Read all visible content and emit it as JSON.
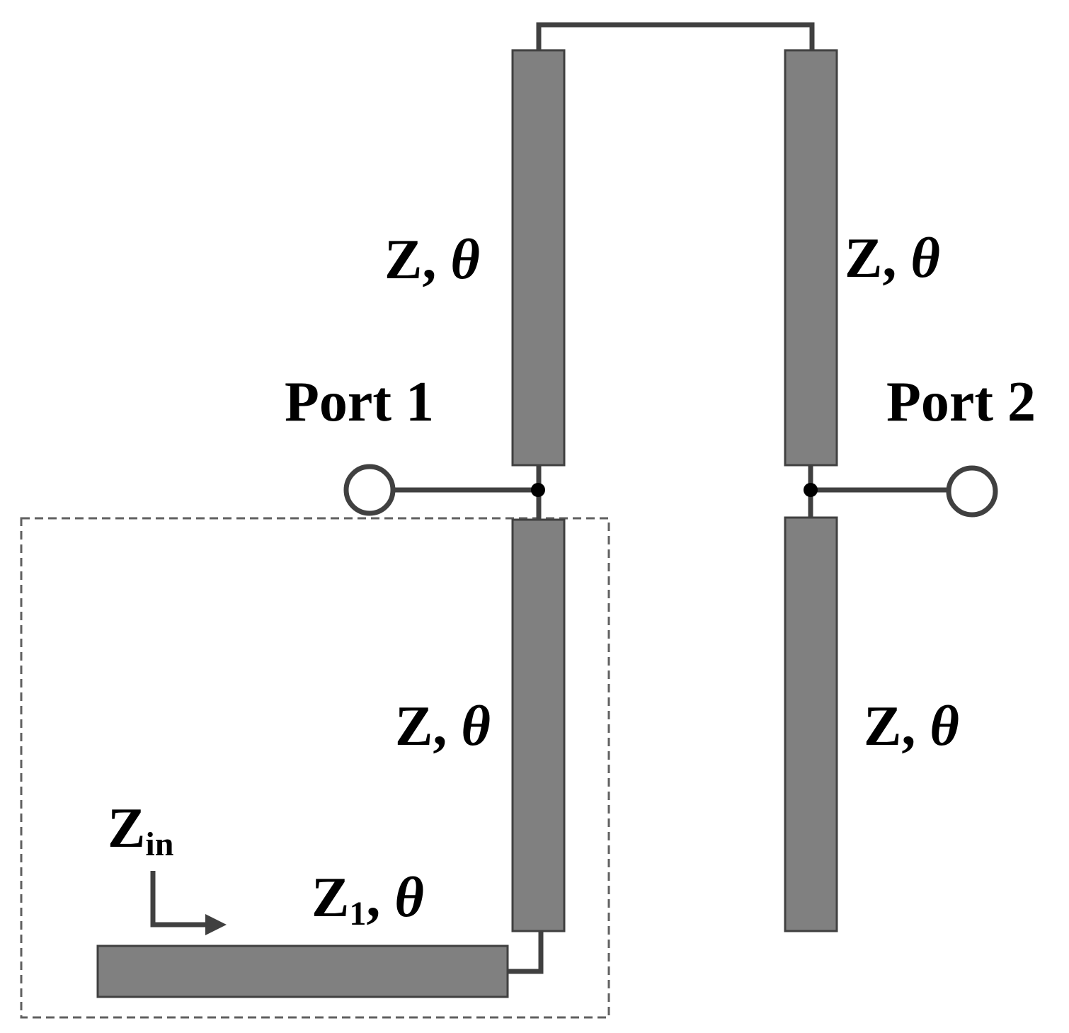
{
  "colors": {
    "line_fill": "#808080",
    "line_stroke": "#404040",
    "wire": "#404040",
    "junction": "#000000",
    "port_ring": "#404040",
    "dashed_box": "#606060",
    "text": "#000000"
  },
  "ports": {
    "port1": "Port 1",
    "port2": "Port 2"
  },
  "lines": {
    "upper_left": {
      "z": "Z",
      "sep": ", ",
      "theta": "θ"
    },
    "upper_right": {
      "z": "Z",
      "sep": ", ",
      "theta": "θ"
    },
    "lower_left": {
      "z": "Z",
      "sep": ", ",
      "theta": "θ"
    },
    "lower_right": {
      "z": "Z",
      "sep": ", ",
      "theta": "θ"
    },
    "stub": {
      "z": "Z",
      "sub": "1",
      "sep": ", ",
      "theta": "θ"
    }
  },
  "zin": {
    "z": "Z",
    "sub": "in"
  },
  "icons": {
    "port_terminal": "hollow-circle",
    "junction": "filled-dot",
    "arrow": "right-arrow"
  }
}
